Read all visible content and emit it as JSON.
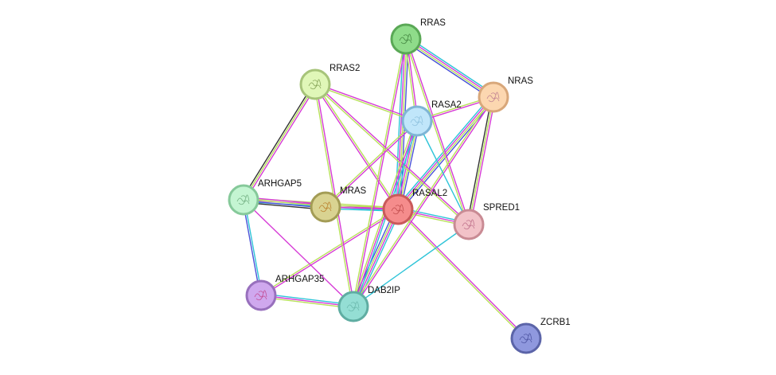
{
  "network": {
    "nodes": [
      {
        "id": "RASAL2",
        "label": "RASAL2",
        "fill": "#f58c8c",
        "stroke": "#c95a5a",
        "glyph": "#b03a3a"
      },
      {
        "id": "RRAS",
        "label": "RRAS",
        "fill": "#8fdc8a",
        "stroke": "#5aa856",
        "glyph": "#2f6e2c"
      },
      {
        "id": "RRAS2",
        "label": "RRAS2",
        "fill": "#e0f7b8",
        "stroke": "#a7c47a",
        "glyph": "#6a8a3a"
      },
      {
        "id": "NRAS",
        "label": "NRAS",
        "fill": "#fcd7b0",
        "stroke": "#d8a77a",
        "glyph": "#b06a8a"
      },
      {
        "id": "RASA2",
        "label": "RASA2",
        "fill": "#c0e6fa",
        "stroke": "#7fb5d5",
        "glyph": "#7fb5d5"
      },
      {
        "id": "ARHGAP5",
        "label": "ARHGAP5",
        "fill": "#c4f5d2",
        "stroke": "#86c99a",
        "glyph": "#5a9a6a"
      },
      {
        "id": "MRAS",
        "label": "MRAS",
        "fill": "#d9d391",
        "stroke": "#a39c55",
        "glyph": "#b06a10"
      },
      {
        "id": "SPRED1",
        "label": "SPRED1",
        "fill": "#f2c2c8",
        "stroke": "#c98b94",
        "glyph": "#b05a7a"
      },
      {
        "id": "ARHGAP35",
        "label": "ARHGAP35",
        "fill": "#cfa8ee",
        "stroke": "#9870bd",
        "glyph": "#c0307a"
      },
      {
        "id": "DAB2IP",
        "label": "DAB2IP",
        "fill": "#94ded4",
        "stroke": "#5fada2",
        "glyph": "#5fada2"
      },
      {
        "id": "ZCRB1",
        "label": "ZCRB1",
        "fill": "#8f98de",
        "stroke": "#5b64a8",
        "glyph": "#3a4090"
      }
    ],
    "evidence_colors": {
      "cyan": "#2ec4d8",
      "magenta": "#d63ad6",
      "yellowgreen": "#b8e05a",
      "blue": "#4a52d8",
      "black": "#333333"
    },
    "edges": [
      {
        "a": "RASAL2",
        "b": "RRAS",
        "types": [
          "cyan",
          "magenta",
          "yellowgreen",
          "blue"
        ]
      },
      {
        "a": "RASAL2",
        "b": "RRAS2",
        "types": [
          "magenta",
          "yellowgreen"
        ]
      },
      {
        "a": "RASAL2",
        "b": "NRAS",
        "types": [
          "cyan",
          "magenta",
          "yellowgreen",
          "blue"
        ]
      },
      {
        "a": "RASAL2",
        "b": "RASA2",
        "types": [
          "cyan",
          "magenta",
          "yellowgreen",
          "blue"
        ]
      },
      {
        "a": "RASAL2",
        "b": "ARHGAP5",
        "types": [
          "cyan",
          "magenta",
          "yellowgreen"
        ]
      },
      {
        "a": "RASAL2",
        "b": "MRAS",
        "types": [
          "cyan",
          "magenta",
          "yellowgreen"
        ]
      },
      {
        "a": "RASAL2",
        "b": "SPRED1",
        "types": [
          "cyan",
          "magenta",
          "yellowgreen"
        ]
      },
      {
        "a": "RASAL2",
        "b": "ARHGAP35",
        "types": [
          "magenta",
          "yellowgreen"
        ]
      },
      {
        "a": "RASAL2",
        "b": "DAB2IP",
        "types": [
          "cyan",
          "magenta",
          "yellowgreen",
          "blue"
        ]
      },
      {
        "a": "RASAL2",
        "b": "ZCRB1",
        "types": [
          "magenta",
          "yellowgreen"
        ]
      },
      {
        "a": "RRAS",
        "b": "NRAS",
        "types": [
          "cyan",
          "magenta",
          "yellowgreen",
          "blue"
        ]
      },
      {
        "a": "RRAS",
        "b": "SPRED1",
        "types": [
          "magenta",
          "yellowgreen"
        ]
      },
      {
        "a": "RRAS",
        "b": "DAB2IP",
        "types": [
          "magenta",
          "yellowgreen"
        ]
      },
      {
        "a": "RRAS",
        "b": "RASA2",
        "types": [
          "magenta",
          "yellowgreen"
        ]
      },
      {
        "a": "RRAS2",
        "b": "RASA2",
        "types": [
          "magenta",
          "yellowgreen"
        ]
      },
      {
        "a": "RRAS2",
        "b": "ARHGAP5",
        "types": [
          "magenta",
          "yellowgreen",
          "black"
        ]
      },
      {
        "a": "RRAS2",
        "b": "SPRED1",
        "types": [
          "magenta",
          "yellowgreen"
        ]
      },
      {
        "a": "RRAS2",
        "b": "DAB2IP",
        "types": [
          "magenta",
          "yellowgreen"
        ]
      },
      {
        "a": "NRAS",
        "b": "RASA2",
        "types": [
          "magenta",
          "yellowgreen"
        ]
      },
      {
        "a": "NRAS",
        "b": "SPRED1",
        "types": [
          "magenta",
          "yellowgreen",
          "black"
        ]
      },
      {
        "a": "NRAS",
        "b": "DAB2IP",
        "types": [
          "magenta",
          "yellowgreen"
        ]
      },
      {
        "a": "RASA2",
        "b": "MRAS",
        "types": [
          "magenta",
          "yellowgreen"
        ]
      },
      {
        "a": "RASA2",
        "b": "DAB2IP",
        "types": [
          "cyan",
          "magenta",
          "yellowgreen"
        ]
      },
      {
        "a": "RASA2",
        "b": "SPRED1",
        "types": [
          "cyan"
        ]
      },
      {
        "a": "ARHGAP5",
        "b": "MRAS",
        "types": [
          "magenta",
          "yellowgreen",
          "blue",
          "black"
        ]
      },
      {
        "a": "ARHGAP5",
        "b": "ARHGAP35",
        "types": [
          "cyan",
          "blue"
        ]
      },
      {
        "a": "ARHGAP5",
        "b": "DAB2IP",
        "types": [
          "magenta"
        ]
      },
      {
        "a": "ARHGAP35",
        "b": "DAB2IP",
        "types": [
          "cyan",
          "magenta",
          "yellowgreen"
        ]
      },
      {
        "a": "DAB2IP",
        "b": "SPRED1",
        "types": [
          "cyan"
        ]
      }
    ]
  }
}
